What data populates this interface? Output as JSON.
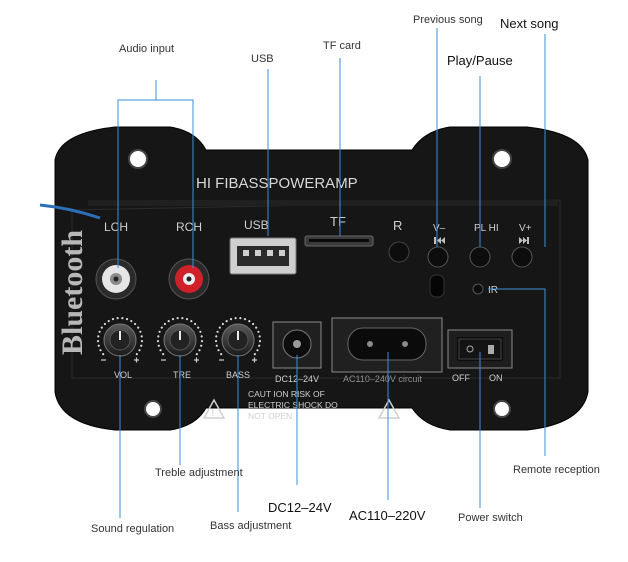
{
  "title": "HI FIBASSPOWERAMP",
  "panel": {
    "brand": "Bluetooth",
    "jacks": {
      "left": "LCH",
      "right": "RCH"
    },
    "usb": "USB",
    "tf": "TF",
    "r": "R",
    "buttons": {
      "prev": "V–",
      "play": "PL HI",
      "next": "V+",
      "ir": "IR"
    },
    "knobs": {
      "vol": "VOL",
      "tre": "TRE",
      "bass": "BASS"
    },
    "dc": "DC12–24V",
    "ac": "AC110–240V circuit",
    "switch_off": "OFF",
    "switch_on": "ON",
    "caution": [
      "CAUT ION RISK OF",
      "ELECTRIC SHOCK DO",
      "NOT OPEN"
    ]
  },
  "callouts": {
    "audio_input": "Audio input",
    "usb": "USB",
    "tf_card": "TF card",
    "previous_song": "Previous song",
    "next_song": "Next song",
    "play_pause": "Play/Pause",
    "treble": "Treble adjustment",
    "sound": "Sound regulation",
    "bass": "Bass adjustment",
    "dc": "DC12–24V",
    "ac": "AC110–220V",
    "power": "Power switch",
    "remote": "Remote reception"
  },
  "colors": {
    "panel": "#161616",
    "leader": "#3a8ed8",
    "red_jack": "#d0202a"
  }
}
